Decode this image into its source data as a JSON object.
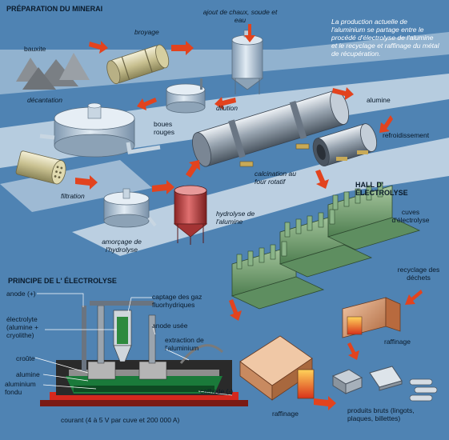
{
  "headings": {
    "prep": "PRÉPARATION DU MINERAI",
    "hall": "HALL D' ÉLECTROLYSE",
    "principe": "PRINCIPE DE L' ÉLECTROLYSE"
  },
  "intro": "La production actuelle de l'aluminium se partage entre le procédé d'électrolyse de l'alumine et le recyclage et raffinage du métal de récupération.",
  "labels": {
    "bauxite": "bauxite",
    "broyage": "broyage",
    "ajout": "ajout de chaux, soude et eau",
    "decantation": "décantation",
    "boues": "boues rouges",
    "dilution": "dilution",
    "filtration": "filtration",
    "amorcage": "amorçage de l'hydrolyse",
    "hydrolyse": "hydrolyse de l'alumine",
    "calcination": "calcination au four rotatif",
    "alumine": "alumine",
    "refroidissement": "refroidissement",
    "cuves": "cuves d'électrolyse",
    "recyclage": "recyclage des déchets",
    "raffinage1": "raffinage",
    "raffinage2": "raffinage",
    "produits": "produits bruts (lingots, plaques, billettes)"
  },
  "electrolyse": {
    "anode_plus": "anode (+)",
    "electrolyte": "électrolyte (alumine + cryolithe)",
    "croute": "croûte",
    "alumine": "alumine",
    "aluminium": "aluminium fondu",
    "captage": "captage des gaz fluorhydriques",
    "anode_usee": "anode usée",
    "extraction": "extraction de l'aluminium",
    "cathode": "cathode (-)",
    "courant": "courant (4 à 5 V par cuve et 200 000 A)"
  }
}
